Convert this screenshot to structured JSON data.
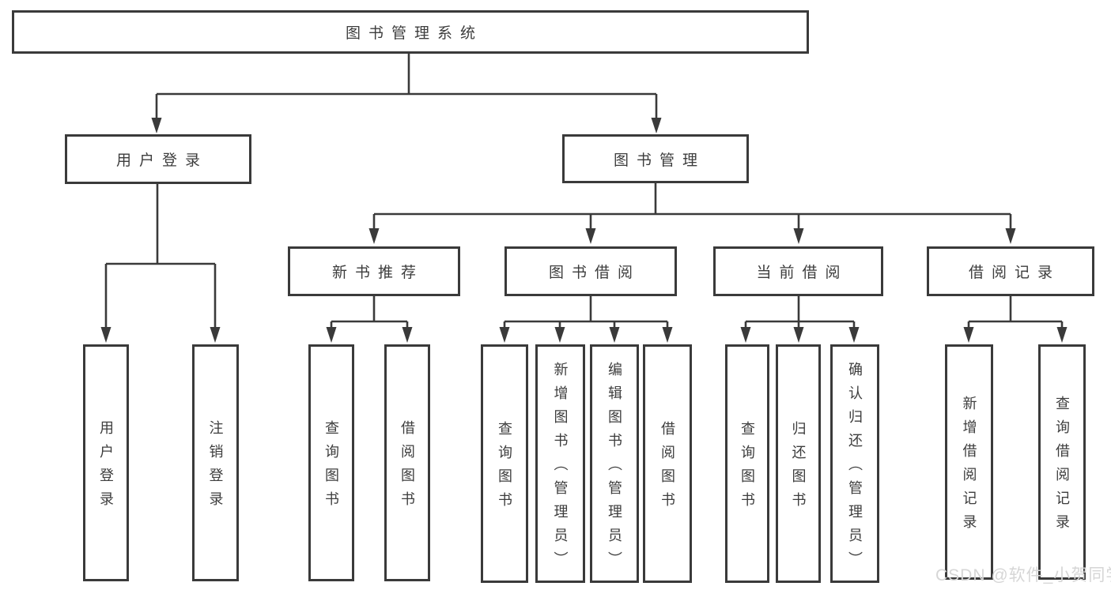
{
  "diagram": {
    "title": "图书管理系统",
    "colors": {
      "line": "#3a3a3a",
      "text": "#3d3d3d",
      "background": "#ffffff",
      "watermark": "#d6d6d6"
    },
    "nodes": {
      "root": {
        "label": "图书管理系统"
      },
      "user_login": {
        "label": "用户登录"
      },
      "book_mgmt": {
        "label": "图书管理"
      },
      "login_v": {
        "label": "用户登录"
      },
      "logout_v": {
        "label": "注销登录"
      },
      "new_book_rec": {
        "label": "新书推荐"
      },
      "book_borrow": {
        "label": "图书借阅"
      },
      "current_borrow": {
        "label": "当前借阅"
      },
      "borrow_records": {
        "label": "借阅记录"
      },
      "rec_query": {
        "label": "查询图书"
      },
      "rec_borrow": {
        "label": "借阅图书"
      },
      "bb_query": {
        "label": "查询图书"
      },
      "bb_add": {
        "label": "新增图书（管理员）"
      },
      "bb_edit": {
        "label": "编辑图书（管理员）"
      },
      "bb_borrow": {
        "label": "借阅图书"
      },
      "cb_query": {
        "label": "查询图书"
      },
      "cb_return": {
        "label": "归还图书"
      },
      "cb_confirm": {
        "label": "确认归还（管理员）"
      },
      "br_add": {
        "label": "新增借阅记录"
      },
      "br_query": {
        "label": "查询借阅记录"
      }
    },
    "watermark": "CSDN @软件_小贺同学"
  }
}
